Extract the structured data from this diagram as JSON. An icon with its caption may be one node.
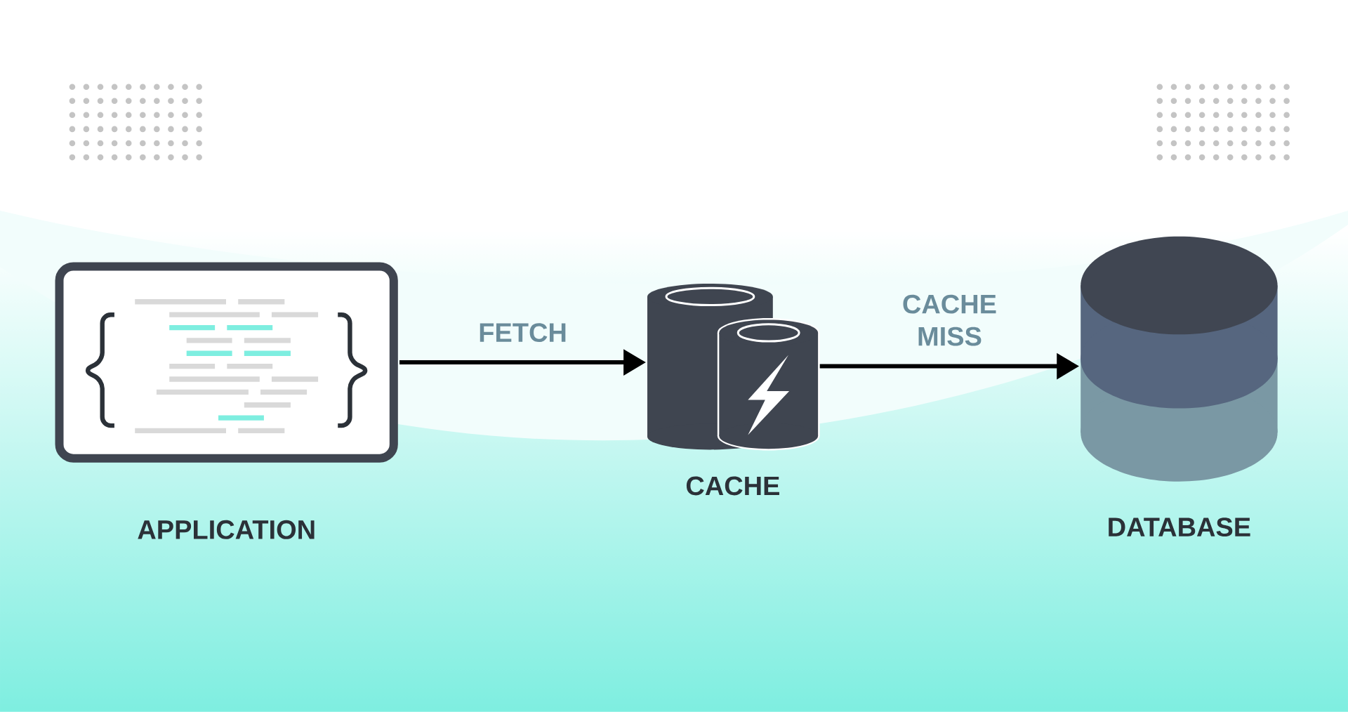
{
  "diagram": {
    "nodes": [
      {
        "text": [
          "APPLICATION"
        ]
      },
      {
        "text": [
          "CACHE"
        ]
      },
      {
        "text": [
          "DATABASE"
        ]
      }
    ],
    "edges": [
      {
        "from": 0,
        "to": 1,
        "arrow": "to",
        "label": "FETCH"
      },
      {
        "from": 1,
        "to": 2,
        "arrow": "to",
        "label": "CACHE MISS"
      }
    ]
  }
}
